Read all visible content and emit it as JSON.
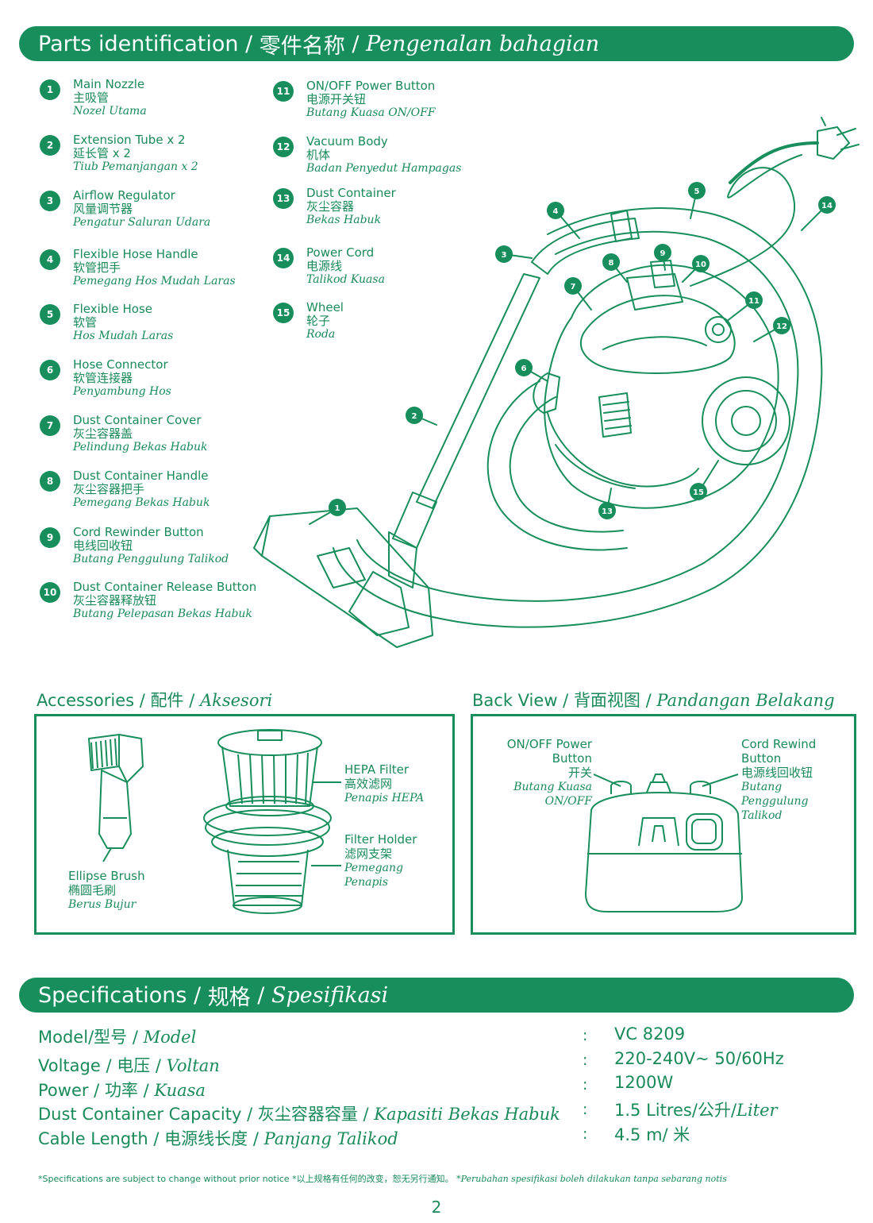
{
  "header": {
    "en": "Parts identification",
    "zh": "零件名称",
    "ms": "Pengenalan bahagian"
  },
  "parts": [
    {
      "num": "1",
      "en": "Main Nozzle",
      "zh": "主吸管",
      "ms": "Nozel Utama"
    },
    {
      "num": "2",
      "en": "Extension Tube x 2",
      "zh": "延长管 x 2",
      "ms": "Tiub Pemanjangan x 2"
    },
    {
      "num": "3",
      "en": "Airflow Regulator",
      "zh": "风量调节器",
      "ms": "Pengatur Saluran Udara"
    },
    {
      "num": "4",
      "en": "Flexible Hose Handle",
      "zh": "软管把手",
      "ms": "Pemegang Hos Mudah Laras"
    },
    {
      "num": "5",
      "en": "Flexible Hose",
      "zh": "软管",
      "ms": "Hos Mudah Laras"
    },
    {
      "num": "6",
      "en": "Hose Connector",
      "zh": "软管连接器",
      "ms": "Penyambung Hos"
    },
    {
      "num": "7",
      "en": "Dust Container Cover",
      "zh": "灰尘容器盖",
      "ms": "Pelindung Bekas Habuk"
    },
    {
      "num": "8",
      "en": "Dust Container Handle",
      "zh": "灰尘容器把手",
      "ms": "Pemegang Bekas Habuk"
    },
    {
      "num": "9",
      "en": "Cord Rewinder Button",
      "zh": "电线回收钮",
      "ms": "Butang Penggulung Talikod"
    },
    {
      "num": "10",
      "en": "Dust Container Release Button",
      "zh": "灰尘容器释放钮",
      "ms": "Butang Pelepasan Bekas Habuk"
    },
    {
      "num": "11",
      "en": "ON/OFF Power Button",
      "zh": "电源开关钮",
      "ms": "Butang Kuasa ON/OFF"
    },
    {
      "num": "12",
      "en": "Vacuum Body",
      "zh": "机体",
      "ms": "Badan Penyedut Hampagas"
    },
    {
      "num": "13",
      "en": "Dust Container",
      "zh": "灰尘容器",
      "ms": "Bekas Habuk"
    },
    {
      "num": "14",
      "en": "Power Cord",
      "zh": "电源线",
      "ms": "Talikod Kuasa"
    },
    {
      "num": "15",
      "en": "Wheel",
      "zh": "轮子",
      "ms": "Roda"
    }
  ],
  "accessories": {
    "title_en": "Accessories",
    "title_zh": "配件",
    "title_ms": "Aksesori",
    "hepa": {
      "en": "HEPA Filter",
      "zh": "高效滤网",
      "ms": "Penapis HEPA"
    },
    "holder": {
      "en": "Filter Holder",
      "zh": "滤网支架",
      "ms1": "Pemegang",
      "ms2": "Penapis"
    },
    "brush": {
      "en": "Ellipse Brush",
      "zh": "椭圆毛刷",
      "ms": "Berus Bujur"
    }
  },
  "backview": {
    "title_en": "Back View",
    "title_zh": "背面视图",
    "title_ms": "Pandangan Belakang",
    "power": {
      "en1": "ON/OFF Power",
      "en2": "Button",
      "zh": "开关",
      "ms1": "Butang Kuasa",
      "ms2": "ON/OFF"
    },
    "cord": {
      "en1": "Cord Rewind",
      "en2": "Button",
      "zh": "电源线回收钮",
      "ms1": "Butang",
      "ms2": "Penggulung",
      "ms3": "Talikod"
    }
  },
  "specs": {
    "header": {
      "en": "Specifications",
      "zh": "规格",
      "ms": "Spesifikasi"
    },
    "rows": [
      {
        "en": "Model",
        "zh": "型号",
        "ms": "Model",
        "value": "VC 8209"
      },
      {
        "en": "Voltage",
        "zh": "电压",
        "ms": "Voltan",
        "value": "220-240V~ 50/60Hz"
      },
      {
        "en": "Power",
        "zh": "功率",
        "ms": "Kuasa",
        "value": "1200W"
      },
      {
        "en": "Dust Container Capacity",
        "zh": "灰尘容器容量",
        "ms": "Kapasiti Bekas Habuk",
        "value": "1.5 Litres/公升/",
        "value_ms": "Liter"
      },
      {
        "en": "Cable Length",
        "zh": "电源线长度",
        "ms": "Panjang Talikod",
        "value": "4.5 m/ 米"
      }
    ],
    "colon": ":"
  },
  "footnote": {
    "en": "*Specifications are subject to change without prior notice",
    "zh": "*以上规格有任何的改变，恕无另行通知。",
    "ms": "*Perubahan spesifikasi boleh dilakukan tanpa sebarang notis"
  },
  "page_number": "2",
  "colors": {
    "brand_green": "#178e5b",
    "white": "#ffffff"
  }
}
